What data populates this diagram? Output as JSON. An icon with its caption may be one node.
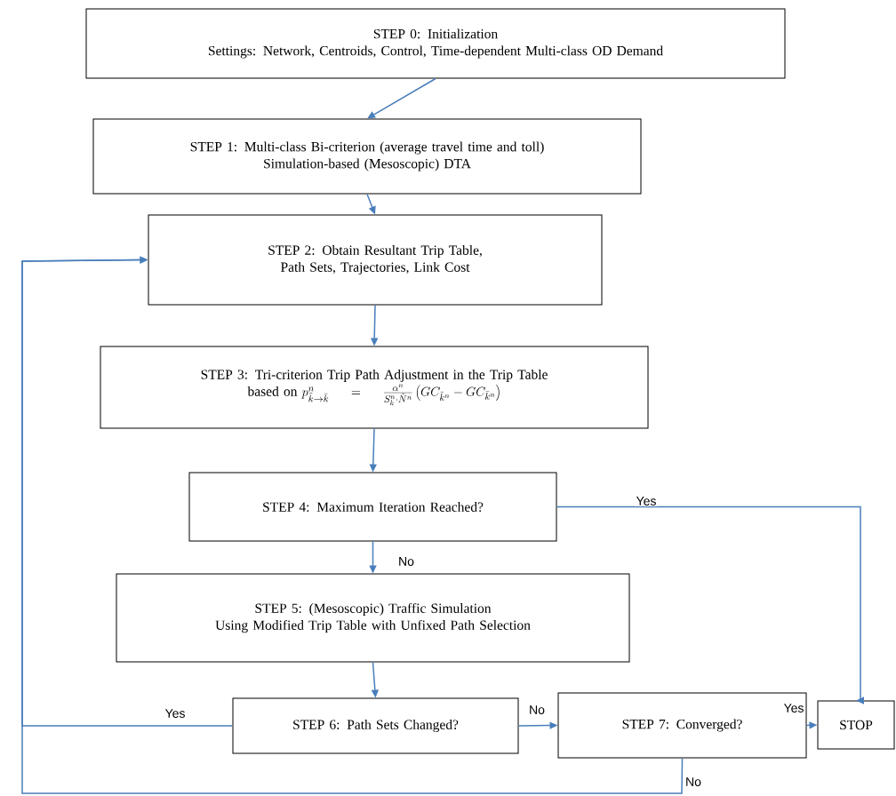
{
  "diagram": {
    "nodes": [
      {
        "text": [
          "STEP 0: Initialization",
          "Settings: Network, Centroids, Control, Time-dependent Multi-class OD Demand"
        ]
      },
      {
        "text": [
          "STEP 1: Multi-class Bi-criterion (average travel time and toll)",
          "Simulation-based (Mesoscopic) DTA"
        ]
      },
      {
        "text": [
          "STEP 2: Obtain Resultant Trip Table, Path Sets, Trajectories, Link Cost"
        ]
      },
      {
        "text": [
          "STEP 3: Tri-criterion Trip Path Adjustment in the Trip Table",
          "based on",
          "p^{n}_{\\tilde{k}\\rightarrow\\bar{k}} = \\frac{\\alpha^{n}}{S^{n}_{k}\\cdot\\tilde{N}^{n}}\\left(GC_{\\tilde{k}^{n}} - GC_{\\bar{k}^{n}}\\right)"
        ]
      },
      {
        "text": [
          "STEP 4: Maximum Iteration Reached?"
        ]
      },
      {
        "text": [
          "STEP 5: (Mesoscopic) Traffic Simulation",
          "Using Modified Trip Table with Unfixed Path Selection"
        ]
      },
      {
        "text": [
          "STEP 6: Path Sets Changed?"
        ]
      },
      {
        "text": [
          "STEP 7: Converged?"
        ]
      },
      {
        "text": [
          "STOP"
        ]
      }
    ],
    "edges": [
      {
        "from": 0,
        "to": 1,
        "arrow": "to"
      },
      {
        "from": 1,
        "to": 2,
        "arrow": "to"
      },
      {
        "from": 2,
        "to": 3,
        "arrow": "to"
      },
      {
        "from": 3,
        "to": 4,
        "arrow": "to"
      },
      {
        "from": 4,
        "to": 5,
        "arrow": "to",
        "label": "No"
      },
      {
        "from": 4,
        "to": 8,
        "arrow": "to",
        "label": "Yes"
      },
      {
        "from": 5,
        "to": 6,
        "arrow": "to"
      },
      {
        "from": 6,
        "to": 7,
        "arrow": "to",
        "label": "No"
      },
      {
        "from": 7,
        "to": 8,
        "arrow": "to",
        "label": "Yes"
      },
      {
        "from": 6,
        "to": 2,
        "arrow": "to",
        "label": "Yes"
      },
      {
        "from": 7,
        "to": 2,
        "arrow": "to",
        "label": "No"
      }
    ]
  }
}
